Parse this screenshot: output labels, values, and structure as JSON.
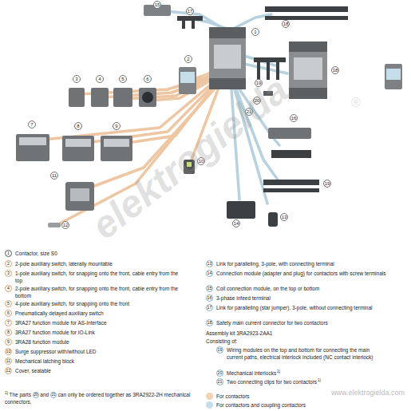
{
  "diagram": {
    "labels": [
      "15",
      "17",
      "18",
      "1",
      "2",
      "3",
      "4",
      "5",
      "6",
      "18",
      "19",
      "20",
      "21",
      "7",
      "8",
      "9",
      "16",
      "10",
      "11",
      "14",
      "19",
      "13",
      "12",
      "1",
      "Contactor, size S0",
      "2",
      "2-pole auxiliary switch, laterally mountable",
      "3",
      "1-pole auxiliary switch, for snapping onto the front, cable entry from the top",
      "4",
      "2-pole auxiliary switch, for snapping onto the front, cable entry from the bottom",
      "5",
      "4-pole auxiliary switch, for snapping onto the front",
      "6",
      "Pneumatically delayed auxiliary switch",
      "7",
      "3RA27 function module for AS-Interface",
      "8",
      "3RA27 function module for IO-Link",
      "9",
      "3RA28 function module",
      "10",
      "Surge suppressor with/without LED",
      "11",
      "Mechanical latching block",
      "12",
      "Cover, sealable",
      "1)",
      "The parts",
      "20",
      "and",
      "21",
      "can only be ordered together as 3RA2922-2H mechanical connectors.",
      "13",
      "Link for paralleling, 3-pole, with connecting terminal",
      "14",
      "Connection module (adapter and plug) for contactors with screw terminals",
      "15",
      "Coil connection module, on the top or bottom",
      "16",
      "3-phase infeed terminal",
      "17",
      "Link for paralleling (star jumper), 3-pole, without connecting terminal",
      "18",
      "Safety main current connector for two contactors",
      "Assembly kit 3RA2923-2AA1",
      "Consisting of:",
      "19",
      "Wiring modules on the top and bottom for connecting the main current paths, electrical interlock included (NC contact interlock)",
      "20",
      "Mechanical interlocks",
      "1)",
      "21",
      "Two connecting clips for two contactors",
      "1)",
      "elektrogielda",
      "®",
      "www.elektrogielda.com"
    ],
    "legend": [
      {
        "text": "For contactors",
        "color": "#f3d2b4"
      },
      {
        "text": "For contactors and coupling contactors",
        "color": "#c4dde8"
      }
    ]
  }
}
